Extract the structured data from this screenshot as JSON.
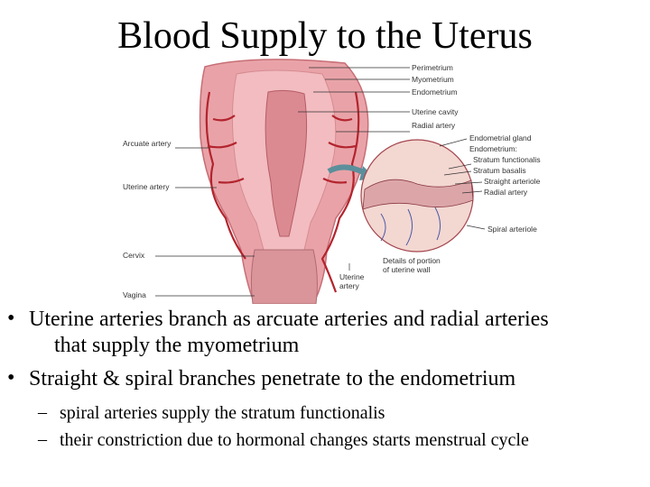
{
  "title": "Blood Supply to the Uterus",
  "figure": {
    "labels_right": [
      "Perimetrium",
      "Myometrium",
      "Endometrium",
      "Uterine cavity",
      "Radial artery"
    ],
    "labels_left": [
      "Arcuate artery",
      "Uterine artery",
      "Cervix",
      "Vagina"
    ],
    "inset_labels": [
      "Endometrial gland",
      "Endometrium:",
      "Stratum functionalis",
      "Stratum basalis",
      "Straight arteriole",
      "Radial artery",
      "Spiral arteriole"
    ],
    "caption_uterine_artery": [
      "Uterine",
      "artery"
    ],
    "caption_details": [
      "Details of portion",
      "of uterine wall"
    ]
  },
  "bullets": [
    {
      "marker": "•",
      "lines": [
        "Uterine arteries branch as arcuate arteries and radial arteries",
        "that supply the myometrium"
      ]
    },
    {
      "marker": "•",
      "lines": [
        "Straight & spiral branches penetrate to the endometrium"
      ],
      "sub": [
        {
          "marker": "–",
          "text": "spiral arteries supply the stratum functionalis"
        },
        {
          "marker": "–",
          "text": "their constriction due to hormonal changes starts menstrual cycle"
        }
      ]
    }
  ]
}
